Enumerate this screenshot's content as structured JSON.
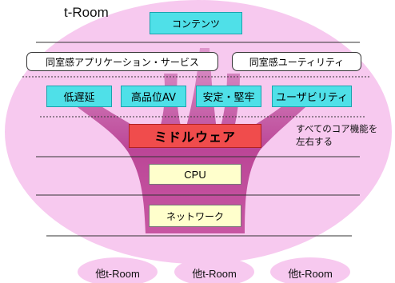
{
  "title": "t-Room",
  "contents_label": "コンテンツ",
  "applications": {
    "app_services": "同室感アプリケーション・サービス",
    "utilities": "同室感ユーティリティ"
  },
  "core_functions": [
    "低遅延",
    "高品位AV",
    "安定・堅牢",
    "ユーザビリティ"
  ],
  "middleware_label": "ミドルウェア",
  "middleware_note_line1": "すべてのコア機能を",
  "middleware_note_line2": "左右する",
  "cpu_label": "CPU",
  "network_label": "ネットワーク",
  "other_rooms": [
    "他t-Room",
    "他t-Room",
    "他t-Room"
  ],
  "colors": {
    "ellipse": "#f7c9ef",
    "flame": "#c94aa0",
    "middleware_red": "#f04c4c",
    "cyan_box": "#4fe0e8",
    "yellow_box": "#ffffcc"
  }
}
